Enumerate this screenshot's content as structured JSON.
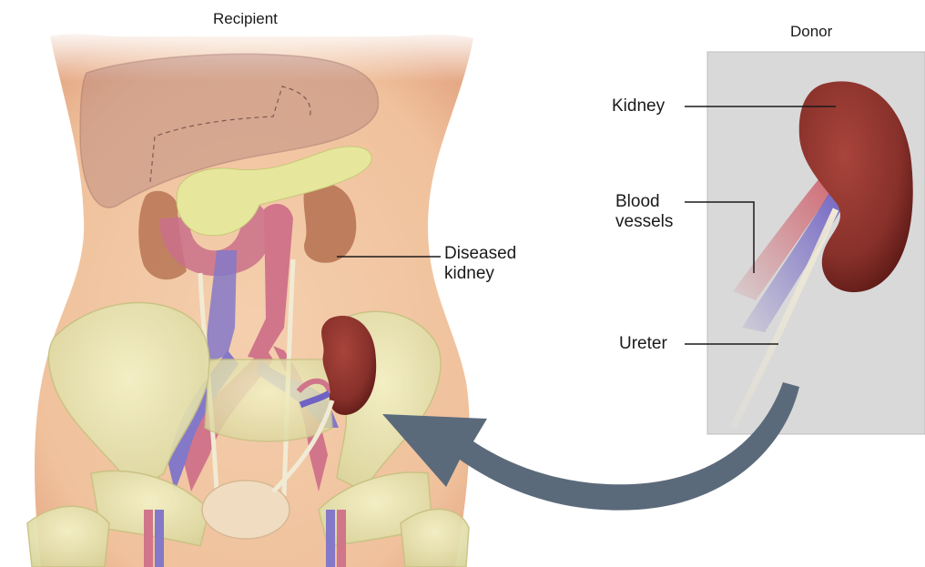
{
  "recipient": {
    "title": "Recipient",
    "diseased_kidney_label": "Diseased\nkidney"
  },
  "donor": {
    "title": "Donor",
    "kidney_label": "Kidney",
    "blood_vessels_label": "Blood\nvessels",
    "ureter_label": "Ureter"
  },
  "colors": {
    "skin": "#f2c9a4",
    "skin_shadow": "#e2a27c",
    "kidney": "#8b2f2a",
    "kidney_dark": "#5e1a16",
    "artery": "#c85a6a",
    "vein": "#6f62c4",
    "ureter": "#efe6d0",
    "bone": "#ece9b4",
    "liver": "#9a6a6a",
    "pancreas": "#e4e49a",
    "bladder": "#f0dcc0",
    "donor_panel": "#d9d9d9",
    "arrow": "#5b6a7a"
  }
}
